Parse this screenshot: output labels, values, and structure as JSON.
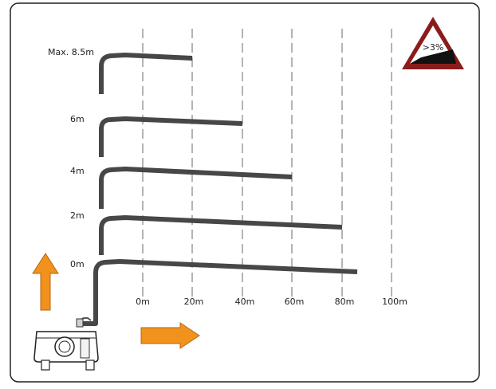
{
  "diagram": {
    "height_labels": [
      "Max. 8.5m",
      "6m",
      "4m",
      "2m",
      "0m"
    ],
    "distance_labels": [
      "0m",
      "20m",
      "40m",
      "60m",
      "80m",
      "100m"
    ],
    "warning_sign": {
      "text": ">3%",
      "border_color": "#8b1c1c"
    },
    "arrow_color": "#f0921c",
    "pipe_color": "#474747",
    "icons": [
      "up-arrow-icon",
      "right-arrow-icon",
      "pump-unit-icon",
      "slope-warning-icon"
    ],
    "routes": [
      {
        "height_m": 8.5,
        "max_distance_m": 20
      },
      {
        "height_m": 6,
        "max_distance_m": 40
      },
      {
        "height_m": 4,
        "max_distance_m": 60
      },
      {
        "height_m": 2,
        "max_distance_m": 80
      },
      {
        "height_m": 0,
        "max_distance_m": 85
      }
    ]
  }
}
